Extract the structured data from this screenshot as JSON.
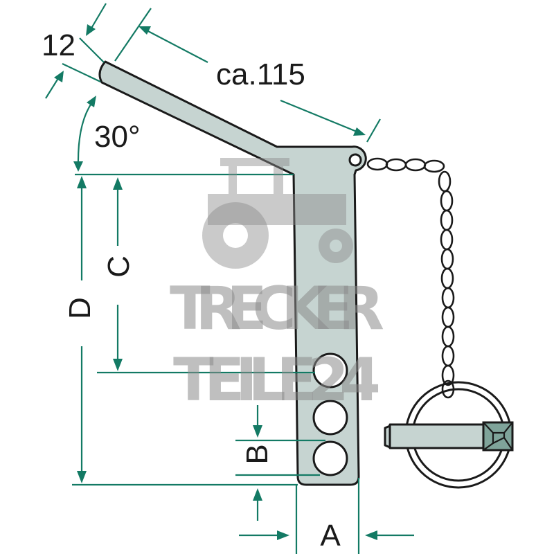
{
  "diagram": {
    "dimensions": {
      "thickness": "12",
      "length": "ca.115",
      "angle": "30°",
      "d": "D",
      "c": "C",
      "b": "B",
      "a": "A"
    },
    "watermark": {
      "line1": "TRECKER",
      "line2": "TEILE24"
    },
    "colors": {
      "dimension_line": "#137a64",
      "part_fill": "#c6d4d1",
      "watermark": "#a9a9a9"
    }
  }
}
